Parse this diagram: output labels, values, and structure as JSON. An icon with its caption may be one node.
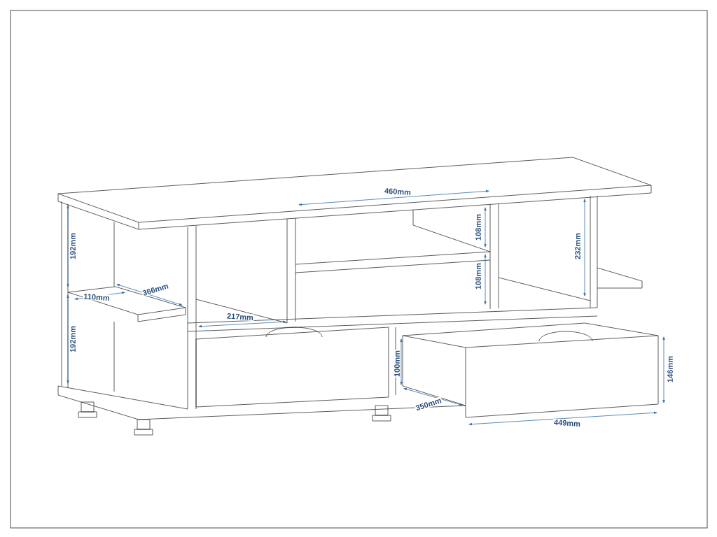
{
  "diagram": {
    "labels": [
      "460mm",
      "192mm",
      "108mm",
      "232mm",
      "366mm",
      "110mm",
      "108mm",
      "217mm",
      "192mm",
      "100mm",
      "146mm",
      "350mm",
      "449mm"
    ]
  }
}
